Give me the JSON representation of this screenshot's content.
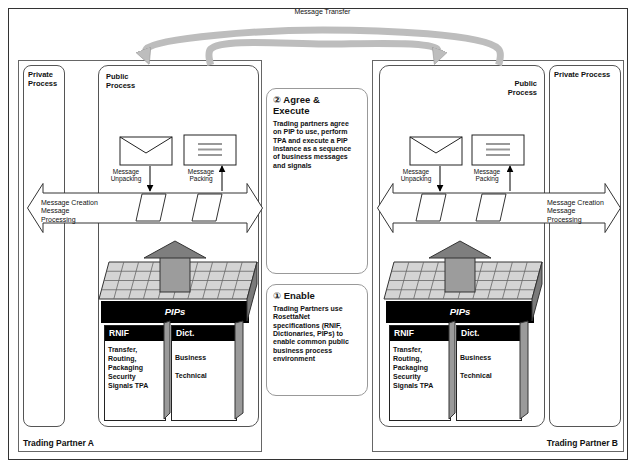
{
  "diagram": {
    "nodes": [
      {
        "text": [
          "Trading Partner A"
        ]
      },
      {
        "text": [
          "Private Process"
        ],
        "in": 0
      },
      {
        "text": [
          "Public Process"
        ],
        "in": 0
      },
      {
        "text": [
          "Message Creation Message Processing"
        ],
        "in": 0
      },
      {
        "text": [
          "PIPs"
        ],
        "in": 2
      },
      {
        "text": [
          "RNIF",
          "Transfer, Routing, Packaging Security Signals TPA"
        ],
        "in": 2
      },
      {
        "text": [
          "Dict.",
          "Business Technical"
        ],
        "in": 2
      },
      {
        "text": [
          "② Agree & Execute",
          "Trading partners agree on PIP to use, perform TPA and execute a PIP instance as a sequence of business messages and signals"
        ]
      },
      {
        "text": [
          "① Enable",
          "Trading Partners use RosettaNet specifications (RNIF, Dictionaries, PIPs) to enable common public business process environment"
        ]
      },
      {
        "text": [
          "Trading Partner B"
        ]
      },
      {
        "text": [
          "Private Process"
        ],
        "in": 9
      },
      {
        "text": [
          "Public Process"
        ],
        "in": 9
      },
      {
        "text": [
          "Message Creation Message Processing"
        ],
        "in": 9
      },
      {
        "text": [
          "PIPs"
        ],
        "in": 11
      },
      {
        "text": [
          "RNIF",
          "Transfer, Routing, Packaging Security Signals TPA"
        ],
        "in": 11
      },
      {
        "text": [
          "Dict.",
          "Business Technical"
        ],
        "in": 11
      }
    ],
    "edges": [
      {
        "from": 2,
        "to": 11,
        "arrow": "to"
      },
      {
        "from": 11,
        "to": 2,
        "label": "Message Transfer",
        "arrow": "to"
      }
    ],
    "labels": [
      "Message Unpacking",
      "Message Packing",
      "Message Unpacking",
      "Message Packing"
    ]
  }
}
